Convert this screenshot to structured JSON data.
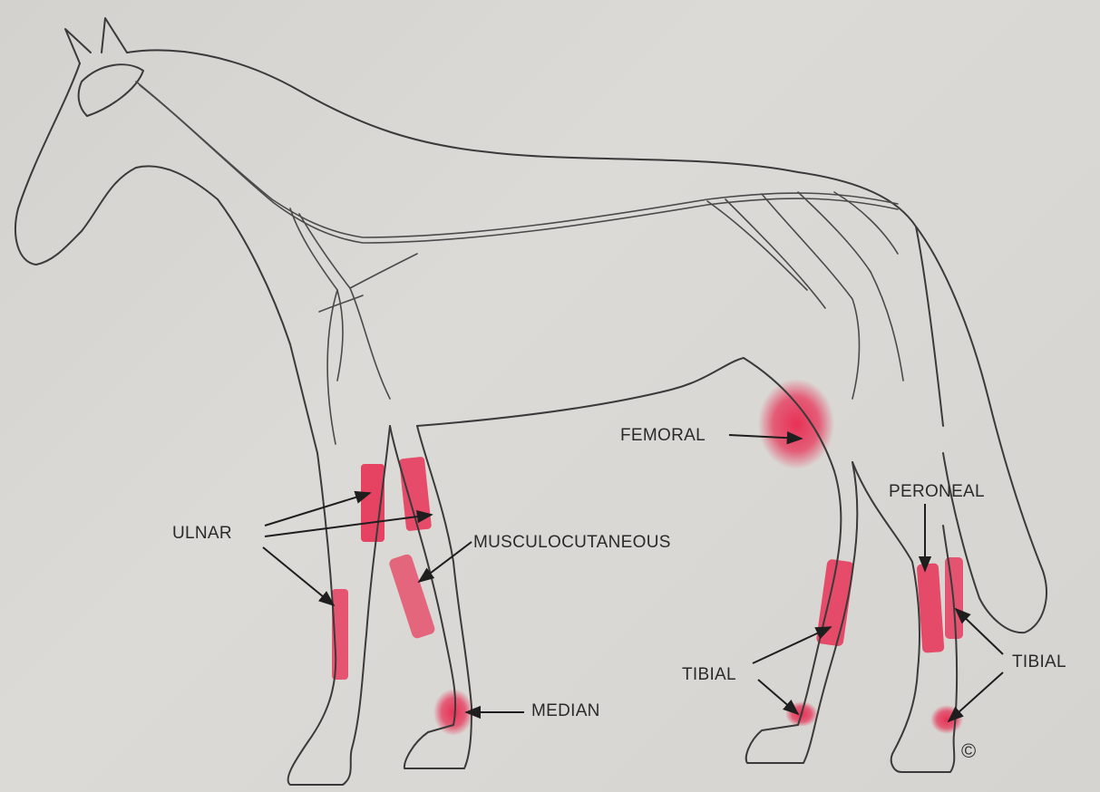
{
  "labels": {
    "ulnar": "ULNAR",
    "musculocutaneous": "MUSCULOCUTANEOUS",
    "median": "MEDIAN",
    "femoral": "FEMORAL",
    "peroneal": "PERONEAL",
    "tibial_left": "TIBIAL",
    "tibial_right": "TIBIAL"
  },
  "copyright_mark": "©",
  "colors": {
    "paper": "#d8d6d2",
    "line": "#3a3a3a",
    "highlight": "#e8284f"
  },
  "icons": [
    "horse-outline",
    "nerve-network",
    "arrow"
  ]
}
